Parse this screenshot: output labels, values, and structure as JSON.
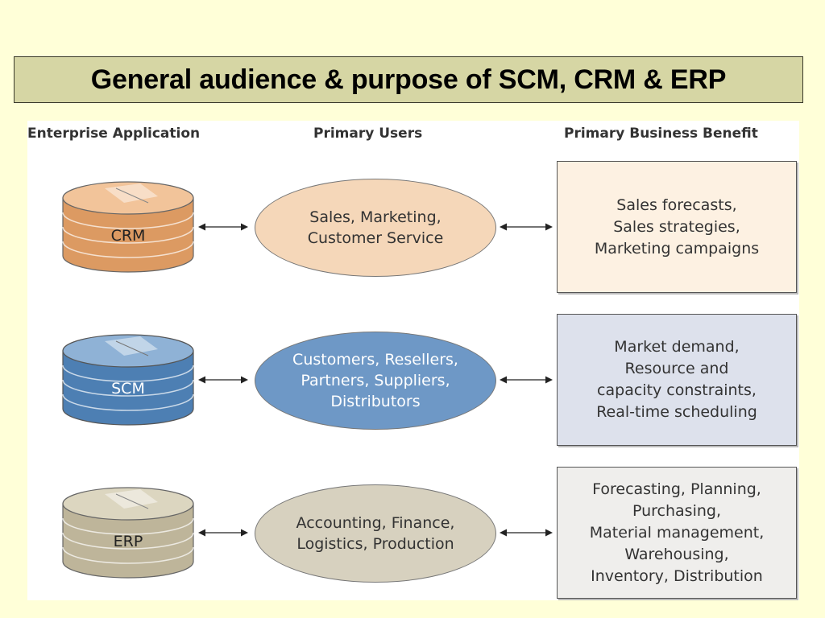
{
  "title": "General audience & purpose of SCM, CRM & ERP",
  "headers": {
    "application": "Enterprise Application",
    "users": "Primary Users",
    "benefit": "Primary Business Benefit"
  },
  "rows": [
    {
      "app": "CRM",
      "users": "Sales, Marketing,\nCustomer Service",
      "benefit": "Sales forecasts,\nSales strategies,\nMarketing campaigns",
      "colors": {
        "cyl_light": "#f2c49a",
        "cyl_mid": "#dc9a62",
        "cyl_dark": "#b8743e",
        "ellipse": "#f5d7b9",
        "ellipse_text": "#333333",
        "box": "#fdf1e2"
      }
    },
    {
      "app": "SCM",
      "users": "Customers, Resellers,\nPartners, Suppliers,\nDistributors",
      "benefit": "Market demand,\nResource and\ncapacity constraints,\nReal-time scheduling",
      "colors": {
        "cyl_light": "#8fb2d6",
        "cyl_mid": "#4d7fb3",
        "cyl_dark": "#2e5e92",
        "ellipse": "#6e98c6",
        "ellipse_text": "#ffffff",
        "box": "#dde1ec"
      }
    },
    {
      "app": "ERP",
      "users": "Accounting, Finance,\nLogistics, Production",
      "benefit": "Forecasting, Planning,\nPurchasing,\nMaterial management,\nWarehousing,\nInventory, Distribution",
      "colors": {
        "cyl_light": "#dcd6c0",
        "cyl_mid": "#beb59a",
        "cyl_dark": "#978e74",
        "ellipse": "#d7d1bf",
        "ellipse_text": "#333333",
        "box": "#efeeec"
      }
    }
  ]
}
